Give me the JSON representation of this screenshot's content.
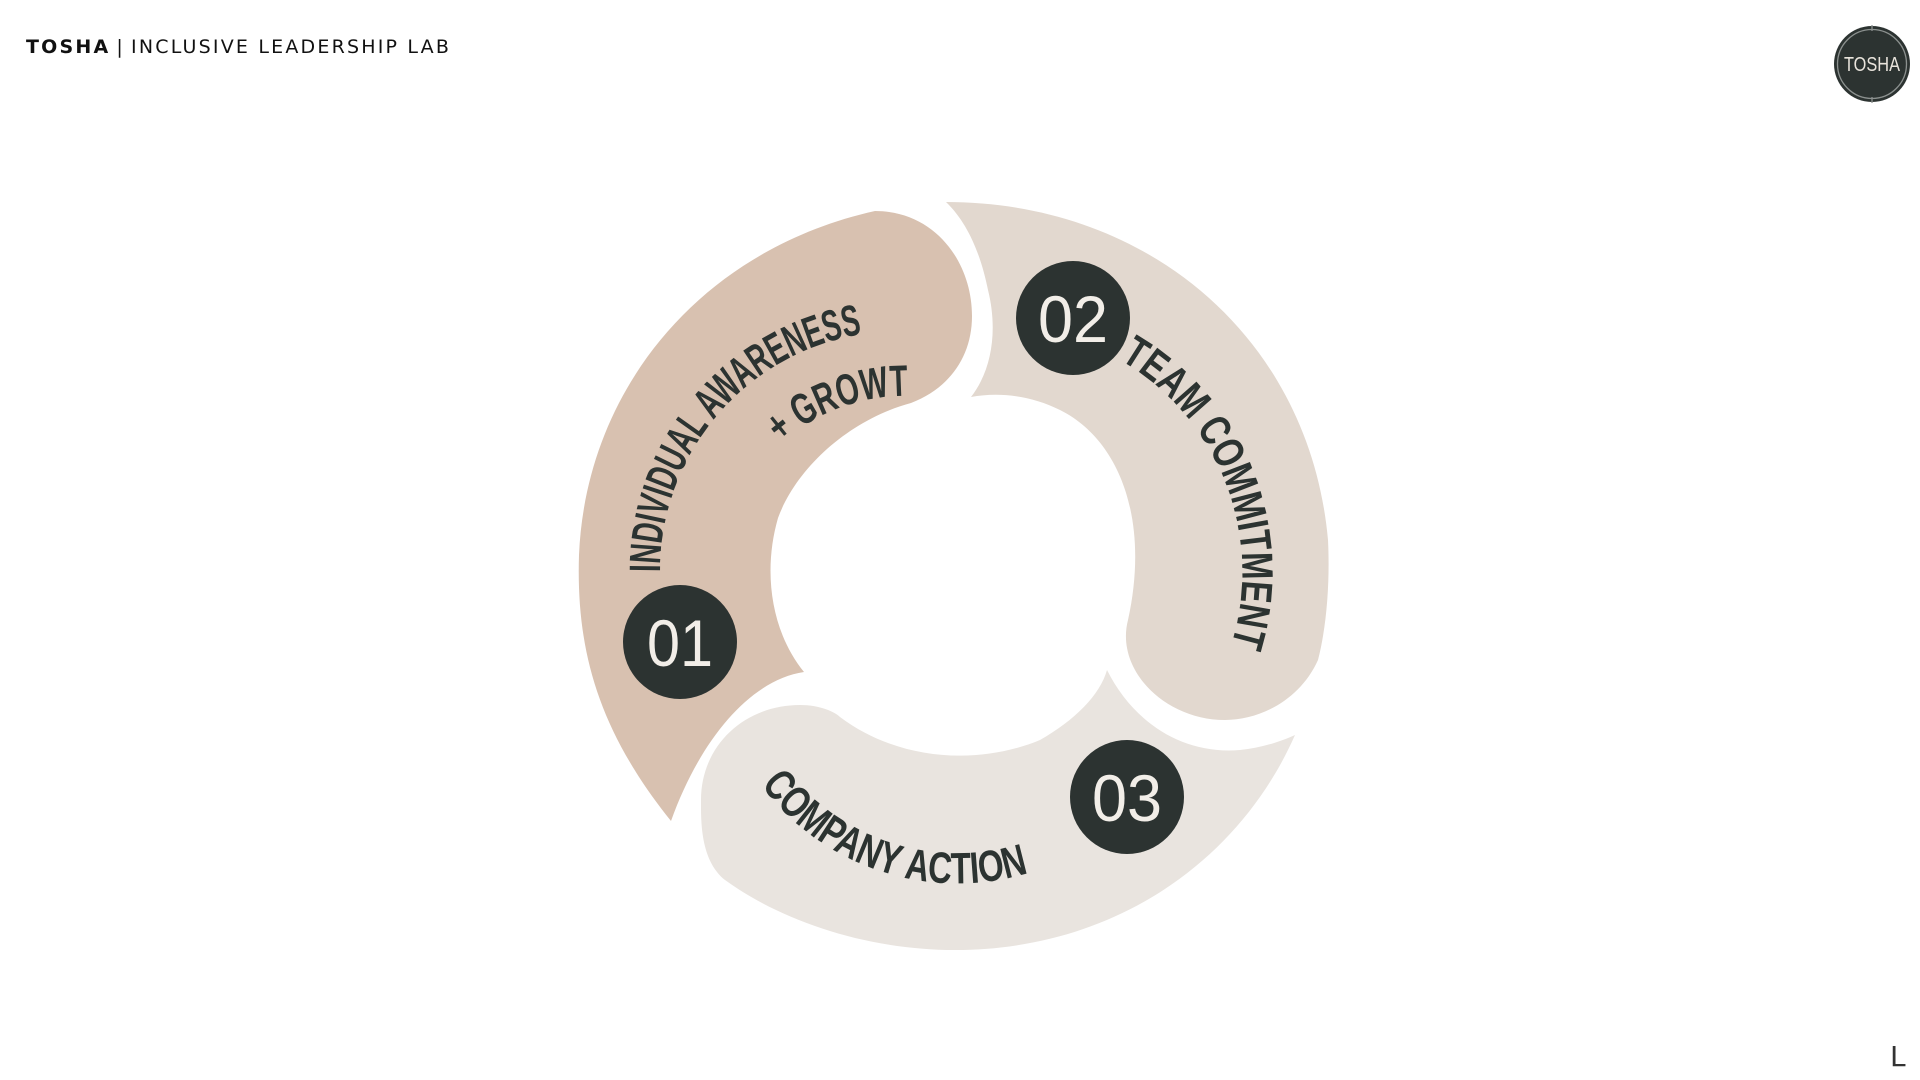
{
  "header": {
    "brand": "TOSHA",
    "separator": "|",
    "subtitle": "INCLUSIVE LEADERSHIP LAB"
  },
  "logo": {
    "text": "TOSHA"
  },
  "cycle": {
    "steps": [
      {
        "number": "01",
        "label": "INDIVIDUAL AWARENESS",
        "label_line2": "+ GROWTH",
        "color": "#d8c1b0"
      },
      {
        "number": "02",
        "label": "TEAM COMMITMENT",
        "color": "#e2d8cf"
      },
      {
        "number": "03",
        "label": "COMPANY ACTION",
        "color": "#e9e4df"
      }
    ],
    "badge_color": "#2c3331"
  },
  "corner_mark": "L"
}
